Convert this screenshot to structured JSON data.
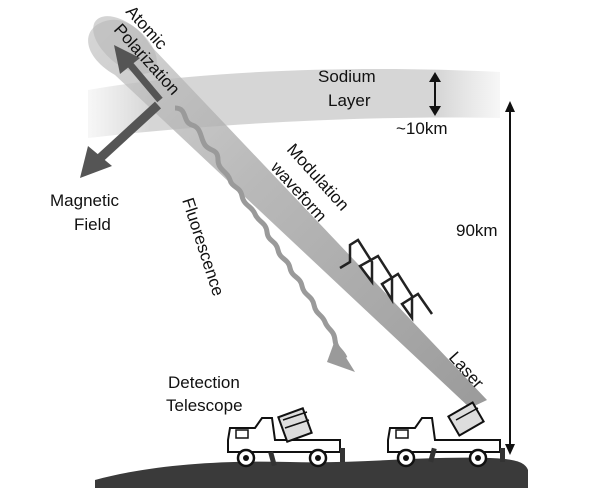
{
  "labels": {
    "sodium": "Sodium",
    "layer": "Layer",
    "thickness": "~10km",
    "altitude": "90km",
    "atomic": "Atomic",
    "polarization": "Polarization",
    "magnetic": "Magnetic",
    "field": "Field",
    "fluorescence": "Fluorescence",
    "modulation": "Modulation",
    "waveform": "waveform",
    "laser": "Laser",
    "detection": "Detection",
    "telescope": "Telescope"
  },
  "colors": {
    "sodium_layer": "#c8c8c8",
    "beam": "#9a9a9a",
    "arrows": "#555555",
    "ground": "#3a3a3a"
  }
}
